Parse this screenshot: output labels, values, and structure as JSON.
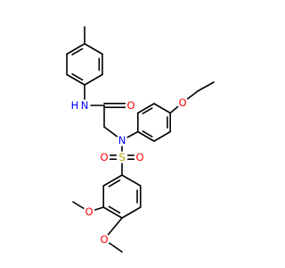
{
  "molecule": {
    "atom_labels": {
      "amide_n": "N",
      "amide_h": "H",
      "carbonyl_o": "O",
      "sulfonamide_n": "N",
      "ether_o": "O",
      "sulfur": "S",
      "sulfonyl_o1": "O",
      "sulfonyl_o2": "O",
      "methoxy_o1": "O",
      "methoxy_o2": "O"
    },
    "colors": {
      "bond": "#000000",
      "nitrogen": "#0000ff",
      "oxygen": "#ff0000",
      "sulfur": "#b8a000"
    }
  }
}
